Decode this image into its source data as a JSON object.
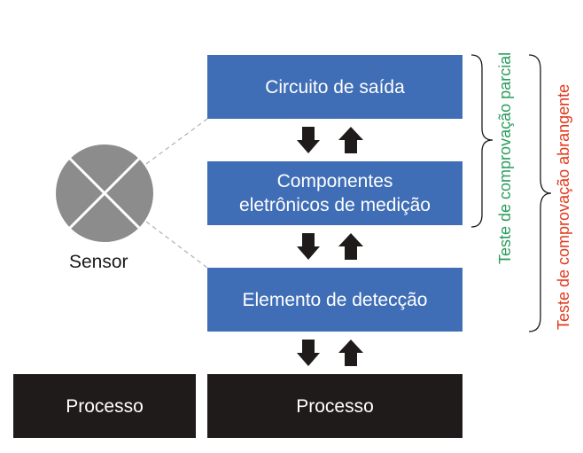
{
  "blocks": {
    "output_circuit": "Circuito de saída",
    "measuring_electronics_line1": "Componentes",
    "measuring_electronics_line2": "eletrônicos de medição",
    "sensing_element": "Elemento de detecção"
  },
  "process_left": "Processo",
  "process_right": "Processo",
  "sensor_label": "Sensor",
  "partial_test": "Teste de comprovação parcial",
  "comprehensive_test": "Teste de comprovação abrangente",
  "colors": {
    "block_blue": "#3f6eb6",
    "process_black": "#1f1b1b",
    "partial_green": "#2a9d5c",
    "comprehensive_red": "#e03a1e",
    "sensor_grey": "#8c8c8c"
  }
}
